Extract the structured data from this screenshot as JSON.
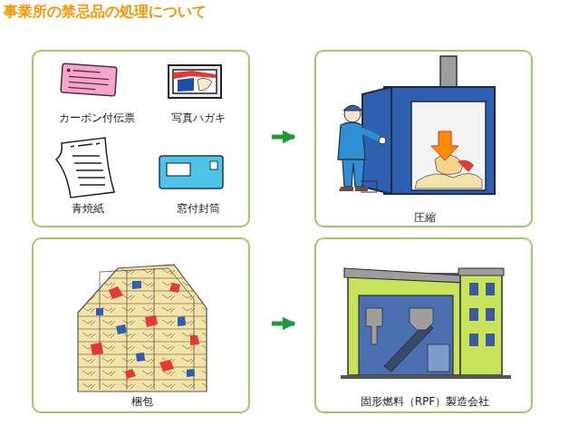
{
  "diagram": {
    "title": "事業所の禁忌品の処理について",
    "nodes": [
      {
        "text": [
          "カーボン付伝票",
          "写真ハガキ",
          "青焼紙",
          "窓付封筒"
        ]
      },
      {
        "text": [
          "圧縮"
        ]
      },
      {
        "text": [
          "梱包"
        ]
      },
      {
        "text": [
          "固形燃料（RPF）製造会社"
        ]
      }
    ],
    "edges": [
      {
        "from": 0,
        "to": 1,
        "arrow": "to"
      },
      {
        "from": 2,
        "to": 3,
        "arrow": "to"
      }
    ]
  }
}
